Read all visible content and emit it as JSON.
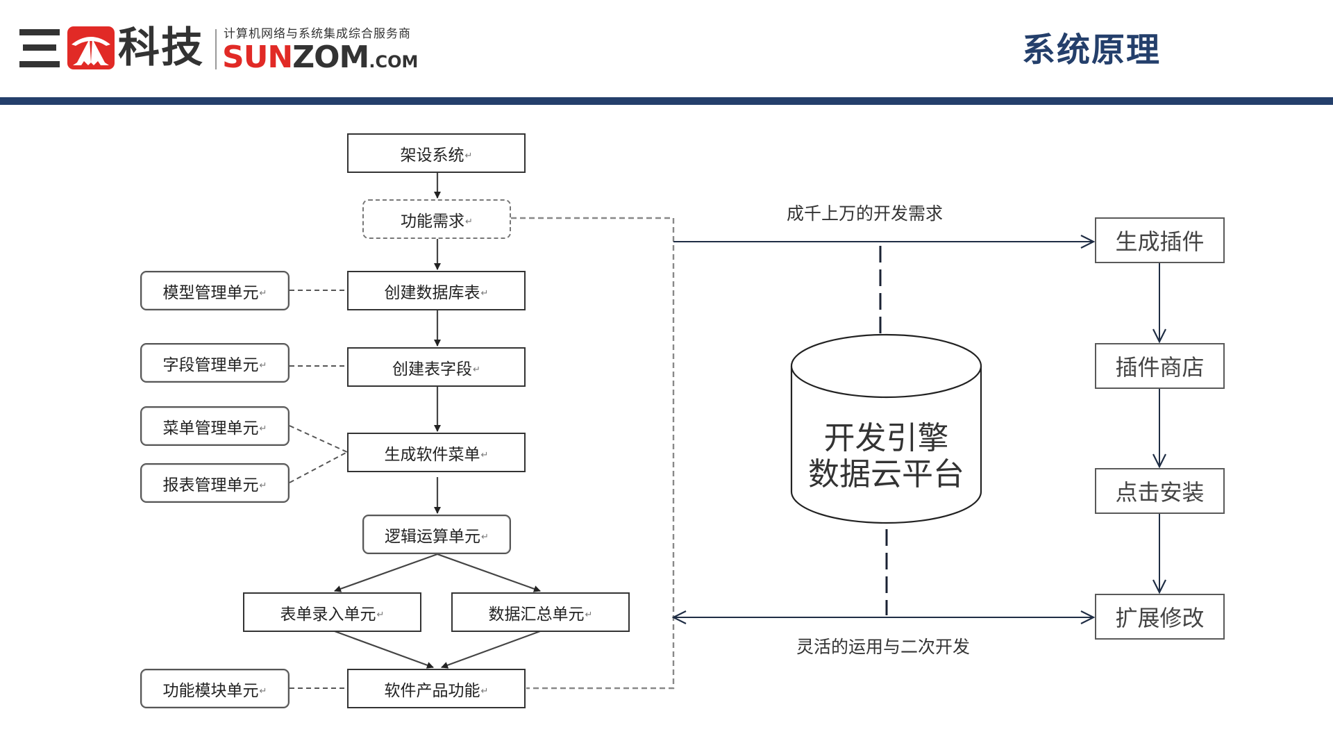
{
  "header": {
    "logo": {
      "cn_prefix": "三",
      "cn_suffix": "科技",
      "tagline": "计算机网络与系统集成综合服务商",
      "brand_red": "SUN",
      "brand_dark": "ZOM",
      "brand_domain": ".COM",
      "brand_color": "#e12a26"
    },
    "title": "系统原理",
    "accent_color": "#243f6b"
  },
  "flow_left": {
    "main": [
      {
        "id": "setup",
        "label": "架设系统"
      },
      {
        "id": "requirements",
        "label": "功能需求"
      },
      {
        "id": "create-db-table",
        "label": "创建数据库表"
      },
      {
        "id": "create-table-fields",
        "label": "创建表字段"
      },
      {
        "id": "generate-menu",
        "label": "生成软件菜单"
      },
      {
        "id": "logic-unit",
        "label": "逻辑运算单元"
      },
      {
        "id": "form-entry-unit",
        "label": "表单录入单元"
      },
      {
        "id": "data-summary-unit",
        "label": "数据汇总单元"
      },
      {
        "id": "product-function",
        "label": "软件产品功能"
      }
    ],
    "side": [
      {
        "id": "model-mgmt",
        "label": "模型管理单元"
      },
      {
        "id": "field-mgmt",
        "label": "字段管理单元"
      },
      {
        "id": "menu-mgmt",
        "label": "菜单管理单元"
      },
      {
        "id": "report-mgmt",
        "label": "报表管理单元"
      },
      {
        "id": "module-unit",
        "label": "功能模块单元"
      }
    ],
    "return_mark": "↵"
  },
  "flow_right": {
    "top_label": "成千上万的开发需求",
    "bottom_label": "灵活的运用与二次开发",
    "engine": {
      "line1": "开发引擎",
      "line2": "数据云平台"
    },
    "steps": [
      {
        "label": "生成插件"
      },
      {
        "label": "插件商店"
      },
      {
        "label": "点击安装"
      },
      {
        "label": "扩展修改"
      }
    ]
  }
}
